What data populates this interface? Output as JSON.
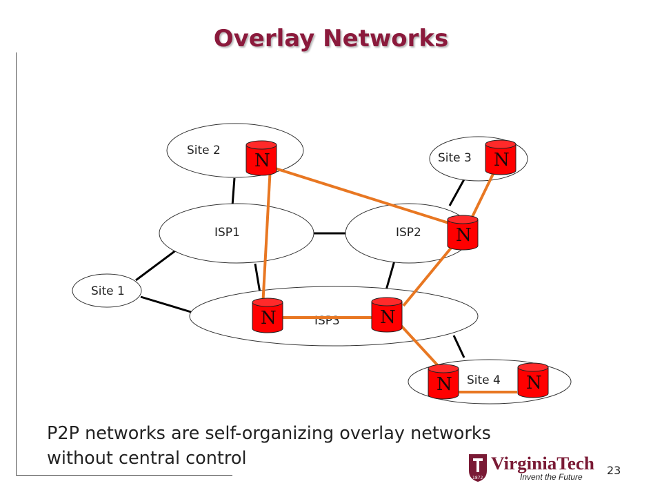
{
  "slide": {
    "title": "Overlay Networks",
    "caption_line1": "P2P networks are self-organizing overlay networks",
    "caption_line2": "without central control",
    "page_number": "23"
  },
  "diagram": {
    "clouds": [
      {
        "id": "site2",
        "label": "Site 2"
      },
      {
        "id": "site3",
        "label": "Site 3"
      },
      {
        "id": "isp1",
        "label": "ISP1"
      },
      {
        "id": "isp2",
        "label": "ISP2"
      },
      {
        "id": "site1",
        "label": "Site 1"
      },
      {
        "id": "isp3",
        "label": "ISP3"
      },
      {
        "id": "site4",
        "label": "Site 4"
      }
    ],
    "node_label": "N",
    "colors": {
      "overlay_link": "#e87722",
      "physical_link": "#000000",
      "node_fill": "#ff0000",
      "title": "#8b1a3c"
    }
  },
  "logo": {
    "name": "VirginiaTech",
    "tagline": "Invent the Future",
    "seal_year": "1872",
    "color": "#7a1a35"
  }
}
